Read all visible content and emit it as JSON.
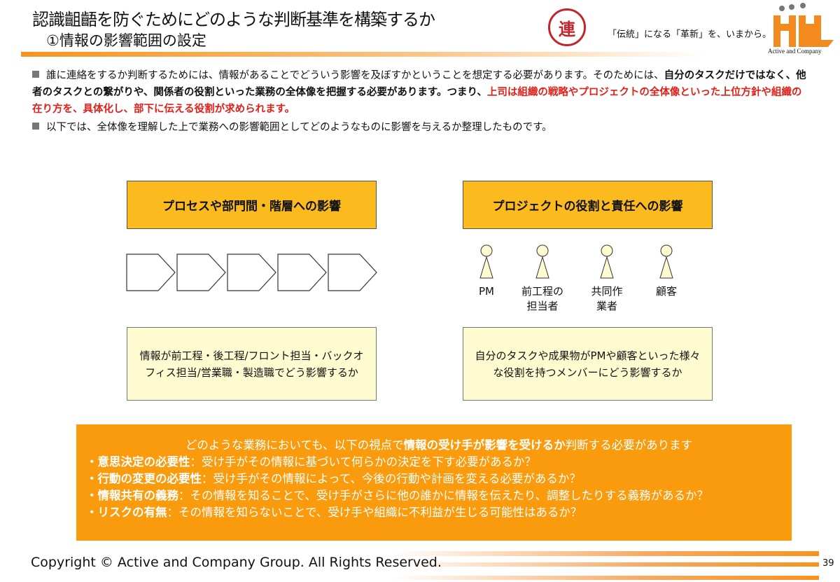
{
  "header": {
    "title": "認識齟齬を防ぐためにどのような判断基準を構築するか",
    "subtitle": "①情報の影響範囲の設定",
    "badge": "連",
    "tagline": "「伝統」になる「革新」を、いまから。",
    "logo_text": "Active and Company"
  },
  "bullets": [
    {
      "p1": "誰に連絡をするか判断するためには、情報があることでどういう影響を及ぼすかということを想定する必要があります。そのためには、",
      "p2": "自分のタスクだけではなく、他者のタスクとの繋がりや、関係者の役割といった業務の全体像を把握する必要があります。つまり、",
      "p3": "上司は組織の戦略やプロジェクトの全体像といった上位方針や組織の在り方を、具体化し、部下に伝える役割が求められます。"
    },
    {
      "p1": "以下では、全体像を理解した上で業務への影響範囲としてどのようなものに影響を与えるか整理したものです。"
    }
  ],
  "left": {
    "header": "プロセスや部門間・階層への影響",
    "desc": "情報が前工程・後工程/フロント担当・バックオフィス担当/営業職・製造職でどう影響するか"
  },
  "right": {
    "header": "プロジェクトの役割と責任への影響",
    "people": [
      "PM",
      "前工程の担当者",
      "共同作業者",
      "顧客"
    ],
    "desc": "自分のタスクや成果物がPMや顧客といった様々な役割を持つメンバーにどう影響するか"
  },
  "summary": {
    "intro_a": "どのような業務においても、以下の視点で",
    "intro_b": "情報の受け手が影響を受けるか",
    "intro_c": "判断する必要があります",
    "items": [
      {
        "k": "・意思決定の必要性",
        "v": "：受け手がその情報に基づいて何らかの決定を下す必要があるか？"
      },
      {
        "k": "・行動の変更の必要性",
        "v": "：受け手がその情報によって、今後の行動や計画を変える必要があるか？"
      },
      {
        "k": "・情報共有の義務",
        "v": "：その情報を知ることで、受け手がさらに他の誰かに情報を伝えたり、調整したりする義務があるか？"
      },
      {
        "k": "・リスクの有無",
        "v": "：その情報を知らないことで、受け手や組織に不利益が生じる可能性はあるか？"
      }
    ]
  },
  "footer": {
    "copyright": "Copyright © Active and Company Group. All Rights Reserved.",
    "page": "39"
  },
  "colors": {
    "accent": "#f99b0d",
    "header_box": "#fbbb1f",
    "desc_box": "#fffbd0",
    "red": "#e0201a"
  }
}
